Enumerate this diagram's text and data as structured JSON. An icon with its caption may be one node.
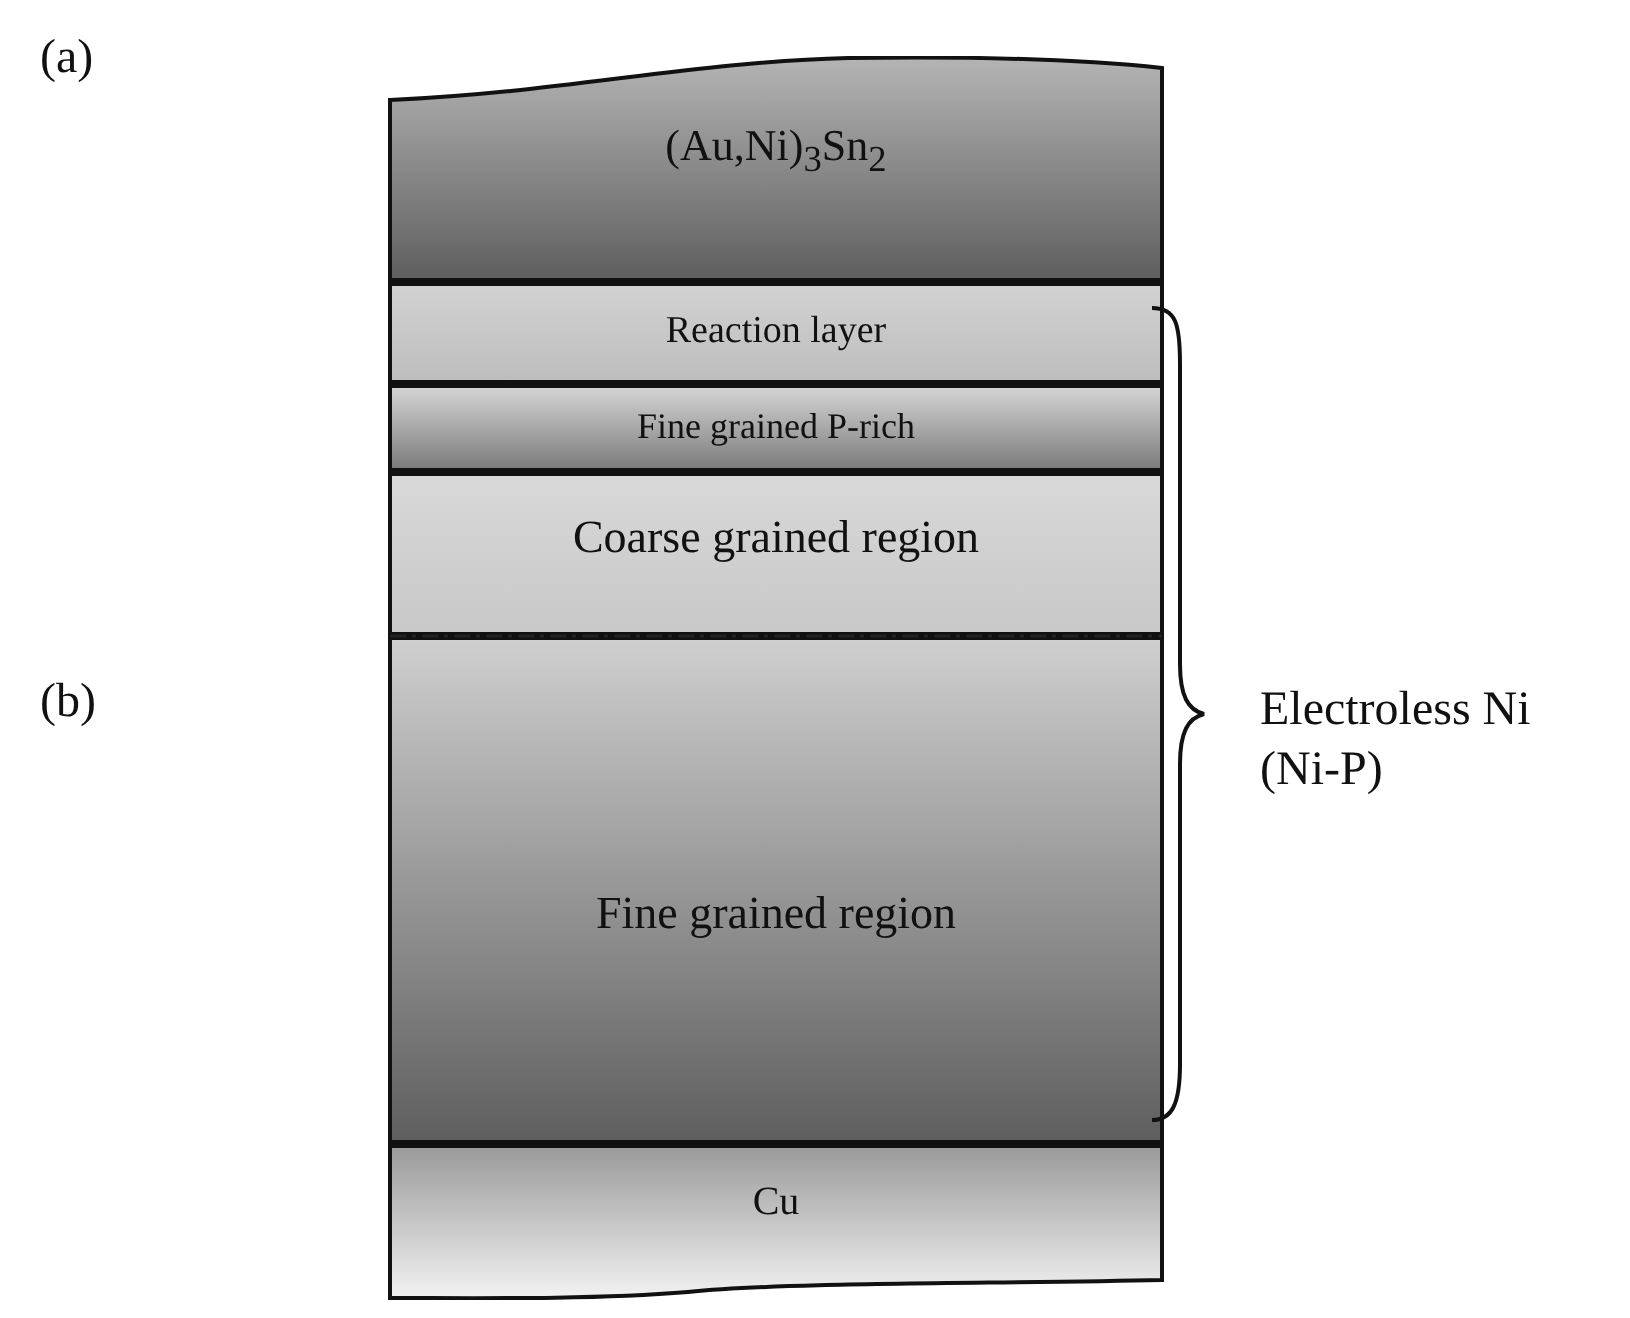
{
  "diagram": {
    "nodes": [
      {
        "text": [
          "(Au,Ni)$_{3}$Sn$_{2}$"
        ]
      },
      {
        "text": [
          "Reaction layer"
        ]
      },
      {
        "text": [
          "Fine grained P-rich"
        ]
      },
      {
        "text": [
          "Coarse grained region"
        ]
      },
      {
        "text": [
          "Fine grained region"
        ]
      },
      {
        "text": [
          "Cu"
        ]
      }
    ],
    "labels": [
      "(a)",
      "(b)",
      "Electroless Ni (Ni-P)"
    ]
  }
}
